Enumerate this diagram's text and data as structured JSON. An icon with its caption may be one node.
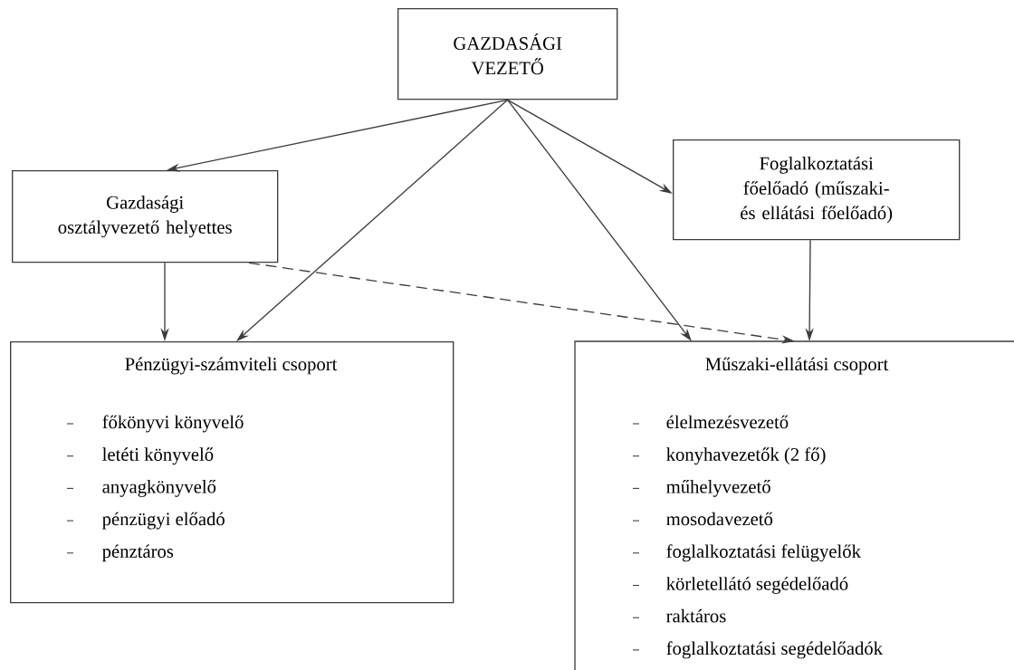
{
  "diagram": {
    "nodes": [
      {
        "text": [
          "GAZDASÁGI VEZETŐ"
        ]
      },
      {
        "text": [
          "Gazdasági osztályvezető helyettes"
        ]
      },
      {
        "text": [
          "Foglalkoztatási főelőadó (műszaki- és ellátási főelőadó)"
        ]
      },
      {
        "text": [
          "Pénzügyi-számviteli csoport",
          "főkönyvi könyvelő",
          "letéti könyvelő",
          "anyagkönyvelő",
          "pénzügyi előadó",
          "pénztáros"
        ]
      },
      {
        "text": [
          "Műszaki-ellátási csoport",
          "élelmezésvezető",
          "konyhavezetők (2 fő)",
          "műhelyvezető",
          "mosodavezető",
          "foglalkoztatási felügyelők",
          "körletellátó segédelőadó",
          "raktáros",
          "foglalkoztatási segédelőadók"
        ]
      }
    ],
    "edges": [
      {
        "from": 0,
        "to": 1,
        "arrow": "to"
      },
      {
        "from": 0,
        "to": 2,
        "arrow": "to"
      },
      {
        "from": 0,
        "to": 3,
        "arrow": "to"
      },
      {
        "from": 0,
        "to": 4,
        "arrow": "to"
      },
      {
        "from": 1,
        "to": 3,
        "arrow": "to"
      },
      {
        "from": 1,
        "to": 4,
        "arrow": "to",
        "style": "dashed"
      },
      {
        "from": 2,
        "to": 4,
        "arrow": "to"
      }
    ]
  }
}
